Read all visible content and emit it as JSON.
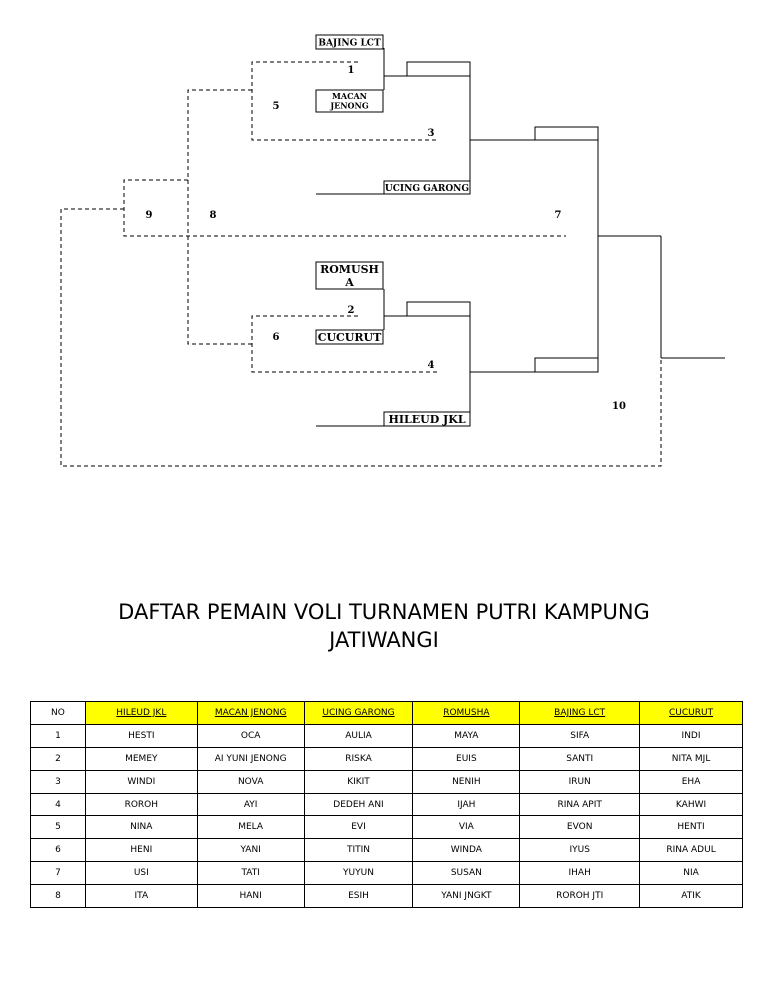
{
  "bracket": {
    "teams": {
      "bajing_lct": "BAJING LCT",
      "macan_jenong_line1": "MACAN",
      "macan_jenong_line2": "JENONG",
      "ucing_garong": "UCING GARONG",
      "romusha_line1": "ROMUSH",
      "romusha_line2": "A",
      "cucurut": "CUCURUT",
      "hileud_jkl": "HILEUD JKL"
    },
    "match_numbers": {
      "m1": "1",
      "m2": "2",
      "m3": "3",
      "m4": "4",
      "m5": "5",
      "m6": "6",
      "m7": "7",
      "m8": "8",
      "m9": "9",
      "m10": "10"
    }
  },
  "title": {
    "line1": "DAFTAR PEMAIN VOLI TURNAMEN PUTRI KAMPUNG",
    "line2": "JATIWANGI"
  },
  "roster": {
    "headers": [
      "NO",
      "HILEUD JKL",
      "MACAN JENONG",
      "UCING GARONG",
      "ROMUSHA",
      "BAJING LCT",
      "CUCURUT"
    ],
    "rows": [
      [
        "1",
        "HESTI",
        "OCA",
        "AULIA",
        "MAYA",
        "SIFA",
        "INDI"
      ],
      [
        "2",
        "MEMEY",
        "AI YUNI JENONG",
        "RISKA",
        "EUIS",
        "SANTI",
        "NITA MJL"
      ],
      [
        "3",
        "WINDI",
        "NOVA",
        "KIKIT",
        "NENIH",
        "IRUN",
        "EHA"
      ],
      [
        "4",
        "ROROH",
        "AYI",
        "DEDEH ANI",
        "IJAH",
        "RINA APIT",
        "KAHWI"
      ],
      [
        "5",
        "NINA",
        "MELA",
        "EVI",
        "VIA",
        "EVON",
        "HENTI"
      ],
      [
        "6",
        "HENI",
        "YANI",
        "TITIN",
        "WINDA",
        "IYUS",
        "RINA ADUL"
      ],
      [
        "7",
        "USI",
        "TATI",
        "YUYUN",
        "SUSAN",
        "IHAH",
        "NIA"
      ],
      [
        "8",
        "ITA",
        "HANI",
        "ESIH",
        "YANI JNGKT",
        "ROROH JTI",
        "ATIK"
      ]
    ]
  }
}
